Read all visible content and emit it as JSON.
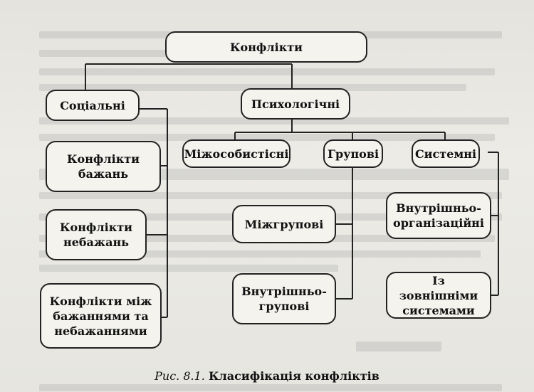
{
  "diagram": {
    "root": "Конфлікти",
    "level1": {
      "social": "Соціальні",
      "psychological": "Психологічні"
    },
    "social_items": [
      "Конфлікти\nбажань",
      "Конфлікти\nнебажань",
      "Конфлікти між\nбажаннями та\nнебажаннями"
    ],
    "psych_items": {
      "interpersonal": "Міжособистісні",
      "group": "Групові",
      "systemic": "Системні"
    },
    "group_items": [
      "Міжгрупові",
      "Внутрішньо-\nгрупові"
    ],
    "systemic_items": [
      "Внутрішньо-\nорганізаційні",
      "Із зовнішніми\nсистемами"
    ]
  },
  "caption": {
    "label": "Рис. 8.1.",
    "title": "Класифікація конфліктів"
  }
}
